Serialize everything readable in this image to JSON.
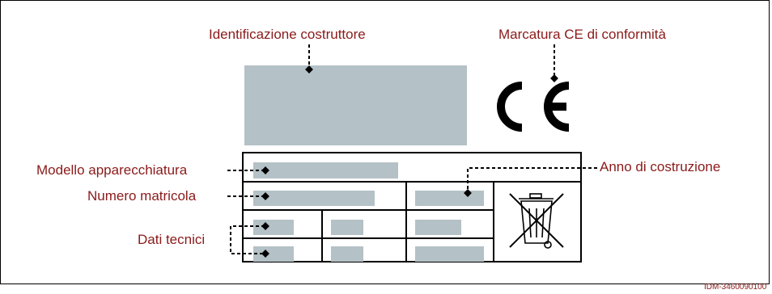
{
  "labels": {
    "manufacturer_id": "Identificazione costruttore",
    "ce_marking": "Marcatura CE di conformità",
    "model": "Modello apparecchiatura",
    "serial_number": "Numero matricola",
    "technical_data": "Dati tecnici",
    "year_of_construction": "Anno di costruzione"
  },
  "ce_mark": "CE",
  "weee_symbol": "crossed-out-wheeled-bin-icon",
  "document_code": "IDM-3460090100",
  "colors": {
    "label_text": "#8b1a1a",
    "placeholder_fill": "#b4c1c6",
    "lines": "#000000"
  }
}
